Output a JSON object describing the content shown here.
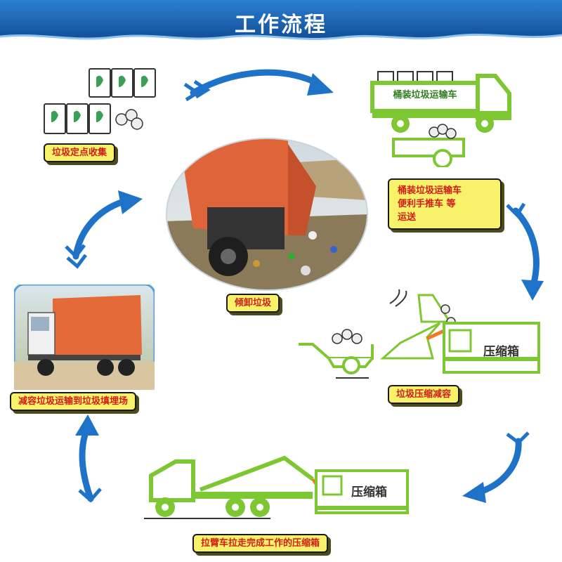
{
  "header": {
    "title": "工作流程"
  },
  "steps": {
    "collect_label": "垃圾定点收集",
    "truck_sign": "桶装垃圾运输车",
    "transport_desc": [
      "桶装垃圾运输车",
      "便利手推车 等",
      "运送"
    ],
    "dump_label": "倾卸垃圾",
    "compress_label": "垃圾压缩减容",
    "box_label_1": "压缩箱",
    "pull_label": "拉臂车拉走完成工作的压缩箱",
    "box_label_2": "压缩箱",
    "landfill_label": "减容垃圾运输到垃圾填埋场"
  },
  "colors": {
    "header_blue": "#1a64b4",
    "arrow_blue": "#1e73c8",
    "truck_green": "#7dc832",
    "label_red": "#d11b16",
    "label_yellow": "#f8f26a"
  }
}
